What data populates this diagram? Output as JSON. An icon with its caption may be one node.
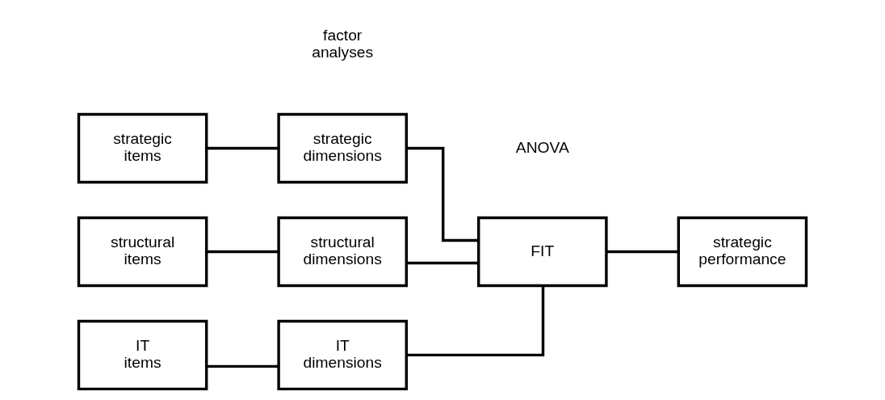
{
  "diagram": {
    "nodes": [
      {
        "text": [
          "IT items"
        ]
      },
      {
        "text": [
          "IT dimensions"
        ]
      },
      {
        "text": [
          "strategic items"
        ]
      },
      {
        "text": [
          "strategic dimensions"
        ]
      },
      {
        "text": [
          "structural items"
        ]
      },
      {
        "text": [
          "structural dimensions"
        ]
      },
      {
        "text": [
          "FIT"
        ]
      },
      {
        "text": [
          "strategic performance"
        ]
      }
    ],
    "edges": [
      {
        "from": 0,
        "to": 1,
        "arrow": "none"
      },
      {
        "from": 2,
        "to": 3,
        "arrow": "none"
      },
      {
        "from": 4,
        "to": 5,
        "arrow": "none"
      },
      {
        "from": 1,
        "to": 6,
        "arrow": "none"
      },
      {
        "from": 3,
        "to": 6,
        "arrow": "none"
      },
      {
        "from": 5,
        "to": 6,
        "arrow": "none"
      },
      {
        "from": 6,
        "to": 7,
        "arrow": "none"
      }
    ],
    "labels": [
      "factor analyses",
      "ANOVA"
    ]
  }
}
